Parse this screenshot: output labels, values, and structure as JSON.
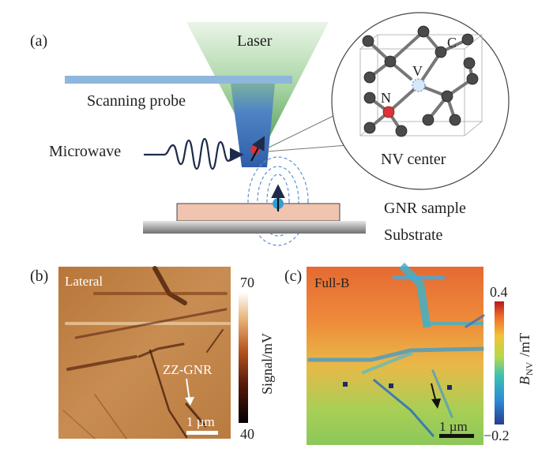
{
  "panel_a": {
    "label": "(a)",
    "laser": "Laser",
    "scanning_probe": "Scanning probe",
    "microwave": "Microwave",
    "gnr_sample": "GNR sample",
    "substrate": "Substrate",
    "nv_center": "NV center",
    "atom_c": "C",
    "atom_v": "V",
    "atom_n": "N"
  },
  "panel_b": {
    "label": "(b)",
    "mode": "Lateral",
    "ribbon": "ZZ-GNR",
    "scale_bar": "1 µm",
    "colorbar_label": "Signal/mV",
    "colorbar_max": "70",
    "colorbar_min": "40"
  },
  "panel_c": {
    "label": "(c)",
    "mode": "Full-B",
    "scale_bar": "1 µm",
    "colorbar_label_main": "B",
    "colorbar_label_sub": "NV",
    "colorbar_label_unit": "/mT",
    "colorbar_max": "0.4",
    "colorbar_min": "−0.2"
  },
  "colors": {
    "laser_green": "#5fa35c",
    "probe_blue": "#8fb6dc",
    "tip_blue": "#3f6fb2",
    "sample_pink": "#f1c4b0",
    "substrate_gray": "#8a8a8a",
    "nv_red": "#d8343a",
    "vacancy_blue": "#d6e7f7"
  }
}
